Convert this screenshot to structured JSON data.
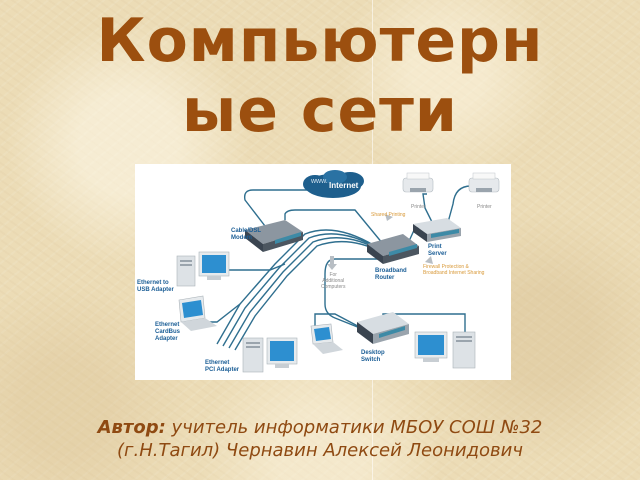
{
  "slide": {
    "title_line1": "Компьютерн",
    "title_line2": "ые сети",
    "colors": {
      "title": "#9c4f0f",
      "author": "#8f4a12",
      "background": "#ecdcb6",
      "diagram_label": "#1b5e96",
      "cable": "#2f6f8f"
    }
  },
  "diagram": {
    "internet": {
      "www": "www.",
      "label": "Internet"
    },
    "labels": {
      "modem": [
        "Cable/DSL",
        "Modem"
      ],
      "router": [
        "Broadband",
        "Router"
      ],
      "print_server": [
        "Print",
        "Server"
      ],
      "desktop_switch": [
        "Desktop",
        "Switch"
      ],
      "usb_adapter": [
        "Ethernet to",
        "USB Adapter"
      ],
      "cardbus_adapter": [
        "Ethernet",
        "CardBus",
        "Adapter"
      ],
      "pci_adapter": [
        "Ethernet",
        "PCI Adapter"
      ],
      "printer_1": "Printer",
      "printer_2": "Printer",
      "shared_printing": "Shared Printing",
      "firewall": [
        "Firewall Protection &",
        "Broadband Internet Sharing"
      ],
      "additional": [
        "For",
        "Additional",
        "Computers"
      ]
    }
  },
  "author": {
    "label": "Автор:",
    "line1_rest": " учитель информатики МБОУ СОШ №32",
    "line2": "(г.Н.Тагил) Чернавин Алексей Леонидович"
  }
}
